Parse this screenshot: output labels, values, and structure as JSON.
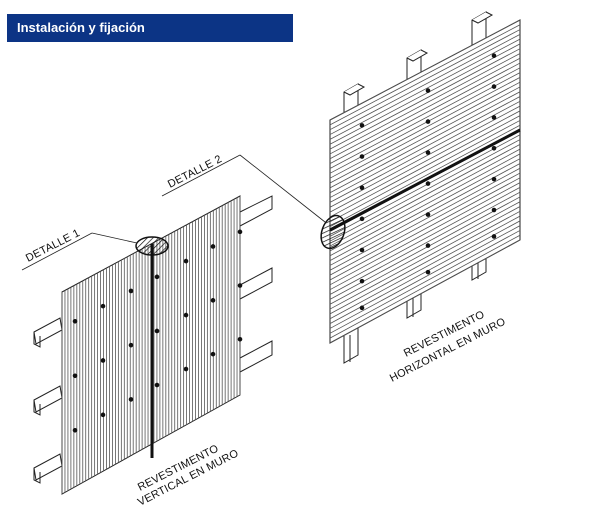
{
  "header": {
    "title": "Instalación y fijación"
  },
  "labels": {
    "detail1": "DETALLE 1",
    "detail2": "DETALLE 2",
    "vertical_line1": "REVESTIMENTO",
    "vertical_line2": "VERTICAL EN MURO",
    "horizontal_line1": "REVESTIMENTO",
    "horizontal_line2": "HORIZONTAL EN MURO"
  },
  "colors": {
    "header_bg": "#0c3485",
    "stroke": "#222222",
    "rib_light": "#bdbdbd"
  }
}
